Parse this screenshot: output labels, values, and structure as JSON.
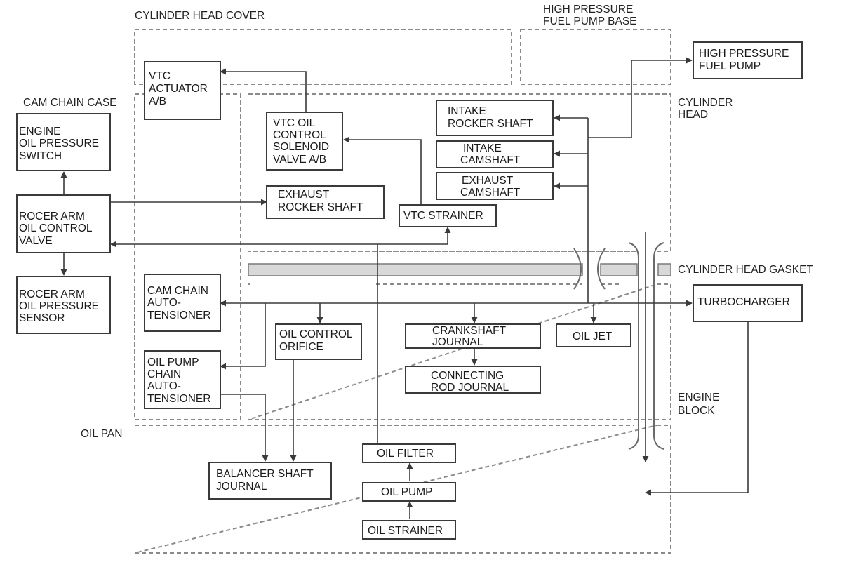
{
  "zones": {
    "cylinder_head_cover": "CYLINDER HEAD COVER",
    "high_pressure_fuel_pump_base": [
      "HIGH PRESSURE",
      "FUEL PUMP BASE"
    ],
    "cam_chain_case": "CAM CHAIN CASE",
    "cylinder_head": [
      "CYLINDER",
      "HEAD"
    ],
    "cylinder_head_gasket": "CYLINDER HEAD GASKET",
    "engine_block": [
      "ENGINE",
      "BLOCK"
    ],
    "oil_pan": "OIL PAN"
  },
  "components": {
    "high_pressure_fuel_pump": [
      "HIGH PRESSURE",
      "FUEL PUMP"
    ],
    "vtc_actuator": [
      "VTC",
      "ACTUATOR",
      "A/B"
    ],
    "vtc_oil_control_solenoid_valve": [
      "VTC OIL",
      "CONTROL",
      "SOLENOID",
      "VALVE A/B"
    ],
    "intake_rocker_shaft": [
      "INTAKE",
      "ROCKER SHAFT"
    ],
    "intake_camshaft": [
      "INTAKE",
      "CAMSHAFT"
    ],
    "exhaust_camshaft": [
      "EXHAUST",
      "CAMSHAFT"
    ],
    "engine_oil_pressure_switch": [
      "ENGINE",
      "OIL PRESSURE",
      "SWITCH"
    ],
    "rocker_arm_oil_control_valve": [
      "ROCER ARM",
      "OIL CONTROL",
      "VALVE"
    ],
    "exhaust_rocker_shaft": [
      "EXHAUST",
      "ROCKER SHAFT"
    ],
    "vtc_strainer": "VTC STRAINER",
    "rocker_arm_oil_pressure_sensor": [
      "ROCER ARM",
      "OIL PRESSURE",
      "SENSOR"
    ],
    "cam_chain_auto_tensioner": [
      "CAM CHAIN",
      "AUTO-",
      "TENSIONER"
    ],
    "oil_control_orifice": [
      "OIL CONTROL",
      "ORIFICE"
    ],
    "crankshaft_journal": [
      "CRANKSHAFT",
      "JOURNAL"
    ],
    "oil_jet": "OIL JET",
    "turbocharger": "TURBOCHARGER",
    "connecting_rod_journal": [
      "CONNECTING",
      "ROD JOURNAL"
    ],
    "oil_pump_chain_auto_tensioner": [
      "OIL PUMP",
      "CHAIN",
      "AUTO-",
      "TENSIONER"
    ],
    "balancer_shaft_journal": [
      "BALANCER SHAFT",
      "JOURNAL"
    ],
    "oil_filter": "OIL FILTER",
    "oil_pump": "OIL PUMP",
    "oil_strainer": "OIL STRAINER"
  }
}
